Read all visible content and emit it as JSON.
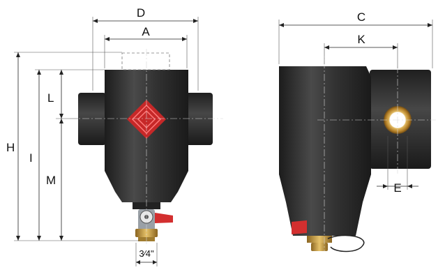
{
  "labels": {
    "D": "D",
    "A": "A",
    "L": "L",
    "H": "H",
    "I": "I",
    "M": "M",
    "C": "C",
    "K": "K",
    "E": "E",
    "connection": "3⁄4\""
  },
  "colors": {
    "body": "#2b2b2b",
    "body_highlight": "#4a4a4a",
    "logo_red": "#c62828",
    "brass": "#c9a03c",
    "valve_red": "#d32f2f",
    "dimension_line": "#222222"
  },
  "icons": {
    "logo": "diamond-logo-icon",
    "valve": "drain-valve-icon"
  }
}
